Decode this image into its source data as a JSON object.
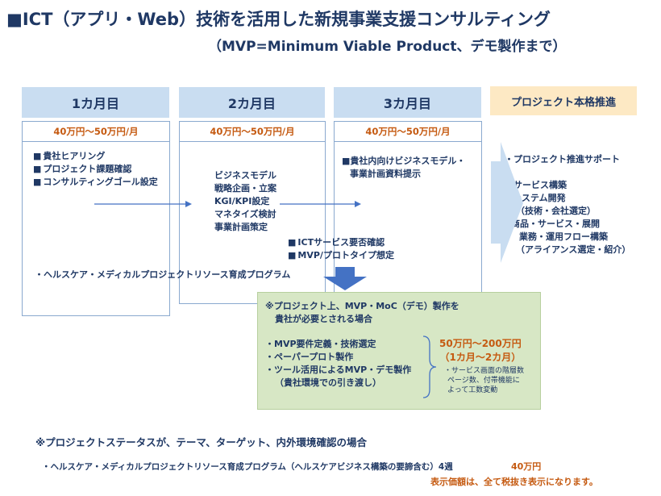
{
  "header": {
    "title": "■ICT（アプリ・Web）技術を活用した新規事業支援コンサルティング",
    "subtitle": "（MVP=Minimum Viable Product、デモ製作まで）"
  },
  "months": [
    {
      "label": "1カ月目",
      "price": "40万円〜50万円/月",
      "items": [
        "貴社ヒアリング",
        "プロジェクト課題確認",
        "コンサルティングゴール設定"
      ]
    },
    {
      "label": "2カ月目",
      "price": "40万円〜50万円/月",
      "items": [
        "ビジネスモデル",
        "戦略企画・立案",
        "KGI/KPI設定",
        "マネタイズ検討",
        "事業計画策定"
      ]
    },
    {
      "label": "3カ月目",
      "price": "40万円〜50万円/月",
      "items": [
        "■貴社内向けビジネスモデル・",
        "事業計画資料提示"
      ]
    }
  ],
  "ict_items": [
    "ICTサービス要否確認",
    "MVP/プロトタイプ想定"
  ],
  "healthcare_program": "・ヘルスケア・メディカルプロジェクトリソース育成プログラム",
  "project": {
    "label": "プロジェクト本格推進",
    "items": [
      "・プロジェクト推進サポート",
      "・サービス構築",
      "システム開発",
      "（技術・会社選定）",
      "商品・サービス・展開",
      "業務・運用フロー構築",
      "（アライアンス選定・紹介）"
    ]
  },
  "mvp_box": {
    "heading_line1": "※プロジェクト上、MVP・MoC（デモ）製作を",
    "heading_line2": "貴社が必要とされる場合",
    "items": [
      "・MVP要件定義・技術選定",
      "・ペーパープロト製作",
      "・ツール活用によるMVP・デモ製作",
      "（貴社環境での引き渡し）"
    ],
    "price_line1": "50万円〜200万円",
    "price_line2": "（1カ月〜2カ月）",
    "note_lines": [
      "・サービス画面の階層数",
      "ページ数、付帯機能に",
      "よって工数変動"
    ]
  },
  "footer": {
    "status_note": "※プロジェクトステータスが、テーマ、ターゲット、内外環境確認の場合",
    "program_line": "・ヘルスケア・メディカルプロジェクトリソース育成プログラム（ヘルスケアビジネス構築の要諦含む）4週",
    "program_price": "40万円",
    "tax_note": "表示価額は、全て税抜き表示になります。"
  },
  "colors": {
    "navy": "#1f3864",
    "orange": "#c55a11",
    "month_header_bg": "#c9ddf1",
    "project_header_bg": "#fde9c4",
    "mvp_box_bg": "#d7e7c5",
    "arrow": "#4472c4"
  }
}
